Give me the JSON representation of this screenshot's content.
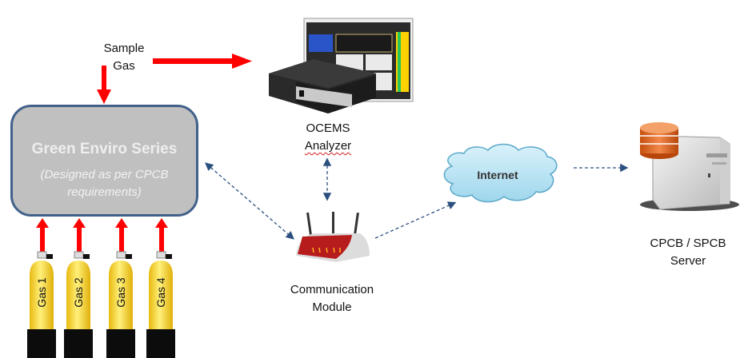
{
  "sample_gas": {
    "line1": "Sample",
    "line2": "Gas"
  },
  "main_unit": {
    "title": "Green Enviro Series",
    "subtitle_line1": "(Designed as per CPCB",
    "subtitle_line2": "requirements)"
  },
  "gas_cylinders": [
    {
      "label": "Gas 1"
    },
    {
      "label": "Gas 2"
    },
    {
      "label": "Gas 3"
    },
    {
      "label": "Gas 4"
    }
  ],
  "analyzer": {
    "line1": "OCEMS",
    "line2": "Analyzer"
  },
  "communication_module": {
    "line1": "Communication",
    "line2": "Module"
  },
  "internet": {
    "label": "Internet"
  },
  "server": {
    "line1": "CPCB / SPCB",
    "line2": "Server"
  },
  "colors": {
    "flow_arrow": "#ff0000",
    "data_link": "#2b4f7e",
    "box_fill": "#c0c0c0",
    "box_border": "#41618a",
    "cylinder": "#f5d21e",
    "cloud": "#b9e3f3",
    "router_red": "#b71c1c",
    "database": "#e06a1a"
  }
}
